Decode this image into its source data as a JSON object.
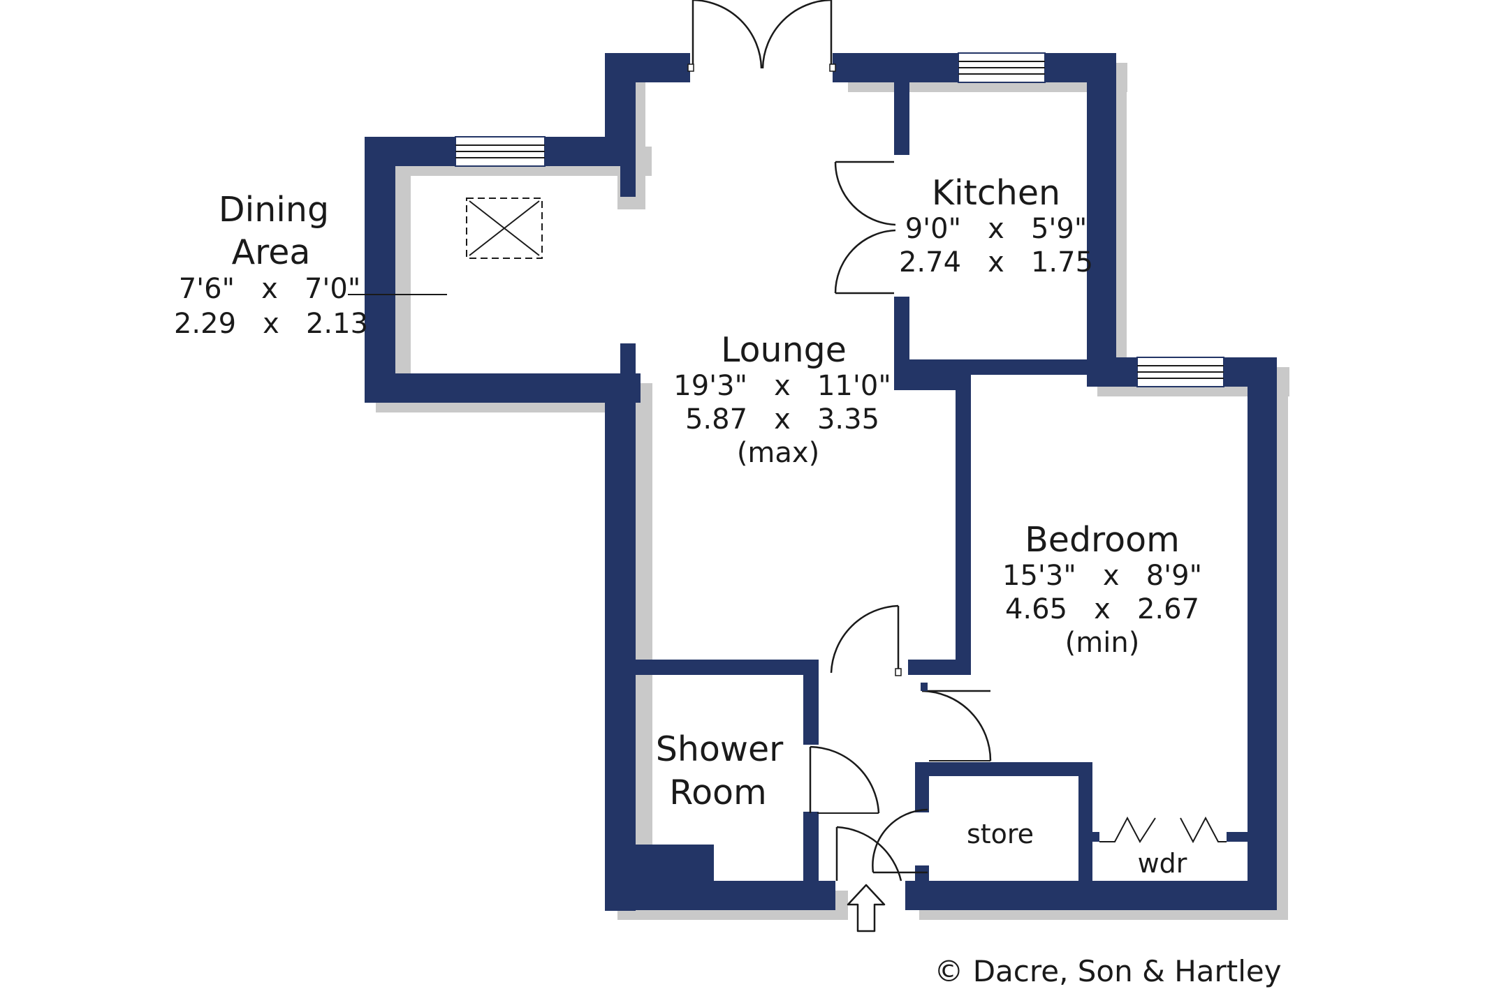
{
  "rooms": {
    "dining": {
      "title_line1": "Dining",
      "title_line2": "Area",
      "dim_imperial": "7'6\"   x   7'0\"",
      "dim_metric": "2.29   x   2.13"
    },
    "kitchen": {
      "title": "Kitchen",
      "dim_imperial": "9'0\"   x   5'9\"",
      "dim_metric": "2.74   x   1.75"
    },
    "lounge": {
      "title": "Lounge",
      "dim_imperial": "19'3\"   x   11'0\"",
      "dim_metric": "5.87   x   3.35",
      "note": "(max)"
    },
    "bedroom": {
      "title": "Bedroom",
      "dim_imperial": "15'3\"   x   8'9\"",
      "dim_metric": "4.65   x   2.67",
      "note": "(min)"
    },
    "shower": {
      "title_line1": "Shower",
      "title_line2": "Room"
    },
    "store": {
      "title": "store"
    },
    "wardrobe": {
      "title": "wdr"
    }
  },
  "copyright": "© Dacre, Son & Hartley",
  "colors": {
    "wall": "#233566",
    "shadow": "#c9c9c9",
    "text": "#1a1a1a"
  },
  "icons": {
    "entrance": "up-arrow-icon",
    "loft_hatch": "loft-hatch-icon"
  }
}
